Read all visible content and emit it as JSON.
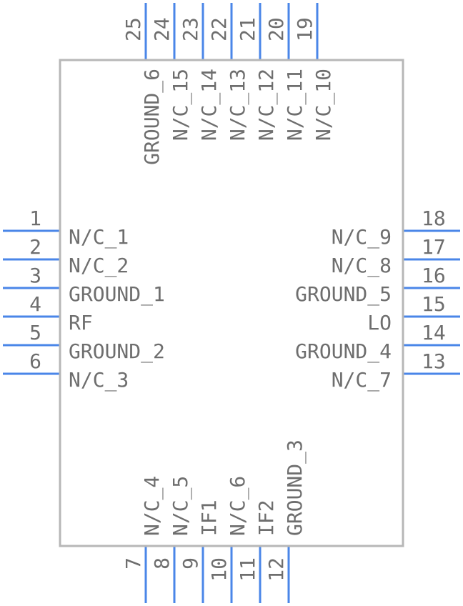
{
  "pins": [
    {
      "number": "1",
      "name": "N/C_1",
      "side": "left"
    },
    {
      "number": "2",
      "name": "N/C_2",
      "side": "left"
    },
    {
      "number": "3",
      "name": "GROUND_1",
      "side": "left"
    },
    {
      "number": "4",
      "name": "RF",
      "side": "left"
    },
    {
      "number": "5",
      "name": "GROUND_2",
      "side": "left"
    },
    {
      "number": "6",
      "name": "N/C_3",
      "side": "left"
    },
    {
      "number": "7",
      "name": "N/C_4",
      "side": "bottom"
    },
    {
      "number": "8",
      "name": "N/C_5",
      "side": "bottom"
    },
    {
      "number": "9",
      "name": "IF1",
      "side": "bottom"
    },
    {
      "number": "10",
      "name": "N/C_6",
      "side": "bottom"
    },
    {
      "number": "11",
      "name": "IF2",
      "side": "bottom"
    },
    {
      "number": "12",
      "name": "GROUND_3",
      "side": "bottom"
    },
    {
      "number": "13",
      "name": "N/C_7",
      "side": "right"
    },
    {
      "number": "14",
      "name": "GROUND_4",
      "side": "right"
    },
    {
      "number": "15",
      "name": "LO",
      "side": "right"
    },
    {
      "number": "16",
      "name": "GROUND_5",
      "side": "right"
    },
    {
      "number": "17",
      "name": "N/C_8",
      "side": "right"
    },
    {
      "number": "18",
      "name": "N/C_9",
      "side": "right"
    },
    {
      "number": "19",
      "name": "N/C_10",
      "side": "top"
    },
    {
      "number": "20",
      "name": "N/C_11",
      "side": "top"
    },
    {
      "number": "21",
      "name": "N/C_12",
      "side": "top"
    },
    {
      "number": "22",
      "name": "N/C_13",
      "side": "top"
    },
    {
      "number": "23",
      "name": "N/C_14",
      "side": "top"
    },
    {
      "number": "24",
      "name": "N/C_15",
      "side": "top"
    },
    {
      "number": "25",
      "name": "GROUND_6",
      "side": "top"
    }
  ],
  "colors": {
    "pin": "#4a86e8",
    "outline": "#b7b7b7",
    "text": "#6e6e6e"
  }
}
